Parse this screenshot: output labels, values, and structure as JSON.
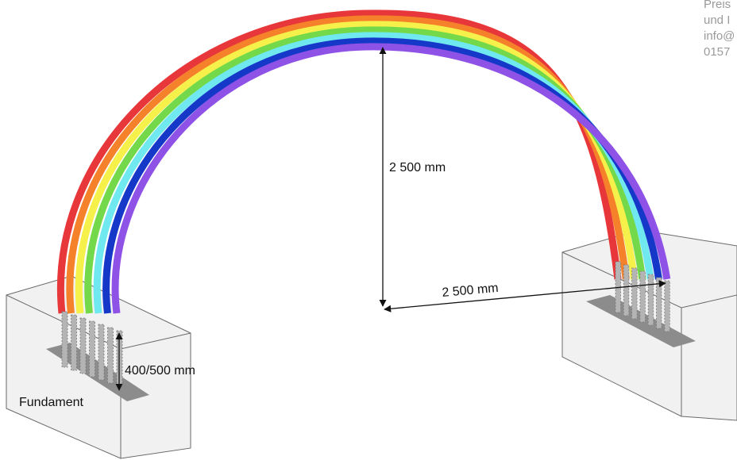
{
  "contact": {
    "line1": "Preis",
    "line2": "und I",
    "line3": "info@",
    "line4": "0157"
  },
  "labels": {
    "height": "2 500 mm",
    "radius": "2 500 mm",
    "depth": "400/500 mm",
    "foundation": "Fundament"
  },
  "colors": {
    "bands": [
      "#e8373a",
      "#f5822a",
      "#f5f04a",
      "#73d94a",
      "#6fe8f0",
      "#1638c8",
      "#8e52e6"
    ],
    "concrete_fill": "#f1f1f1",
    "concrete_edge": "#6a6a6a",
    "plate": "#8c8c8c",
    "anchor_bar": "#b4b4b4"
  }
}
